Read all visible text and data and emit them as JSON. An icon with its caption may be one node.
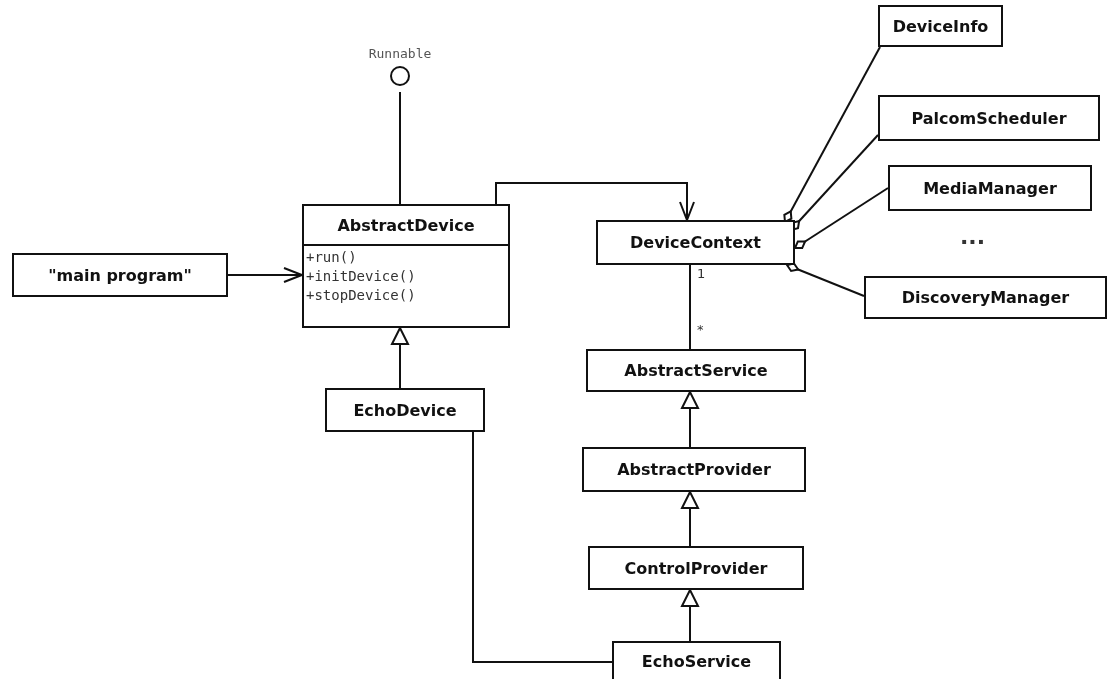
{
  "diagram": {
    "nodes": [
      {
        "text": [
          "Runnable"
        ]
      },
      {
        "text": [
          "\"main program\""
        ]
      },
      {
        "text": [
          "AbstractDevice",
          "+run()",
          "+initDevice()",
          "+stopDevice()"
        ]
      },
      {
        "text": [
          "EchoDevice"
        ]
      },
      {
        "text": [
          "DeviceContext"
        ]
      },
      {
        "text": [
          "DeviceInfo"
        ]
      },
      {
        "text": [
          "PalcomScheduler"
        ]
      },
      {
        "text": [
          "MediaManager"
        ]
      },
      {
        "text": [
          "DiscoveryManager"
        ]
      },
      {
        "text": [
          "AbstractService"
        ]
      },
      {
        "text": [
          "AbstractProvider"
        ]
      },
      {
        "text": [
          "ControlProvider"
        ]
      },
      {
        "text": [
          "EchoService"
        ]
      }
    ],
    "edges": [
      {
        "from": 2,
        "to": 0,
        "arrow": "none"
      },
      {
        "from": 1,
        "to": 2,
        "arrow": "to"
      },
      {
        "from": 2,
        "to": 4,
        "arrow": "to"
      },
      {
        "from": 3,
        "to": 2,
        "arrow": "to"
      },
      {
        "from": 4,
        "to": 5,
        "arrow": "other"
      },
      {
        "from": 4,
        "to": 6,
        "arrow": "other"
      },
      {
        "from": 4,
        "to": 7,
        "arrow": "other"
      },
      {
        "from": 4,
        "to": 8,
        "arrow": "other"
      },
      {
        "from": 4,
        "to": 9,
        "arrow": "none"
      },
      {
        "from": 10,
        "to": 9,
        "arrow": "to"
      },
      {
        "from": 11,
        "to": 10,
        "arrow": "to"
      },
      {
        "from": 12,
        "to": 11,
        "arrow": "to"
      },
      {
        "from": 3,
        "to": 12,
        "arrow": "none"
      }
    ],
    "labels": [
      "...",
      "1",
      "*"
    ]
  }
}
